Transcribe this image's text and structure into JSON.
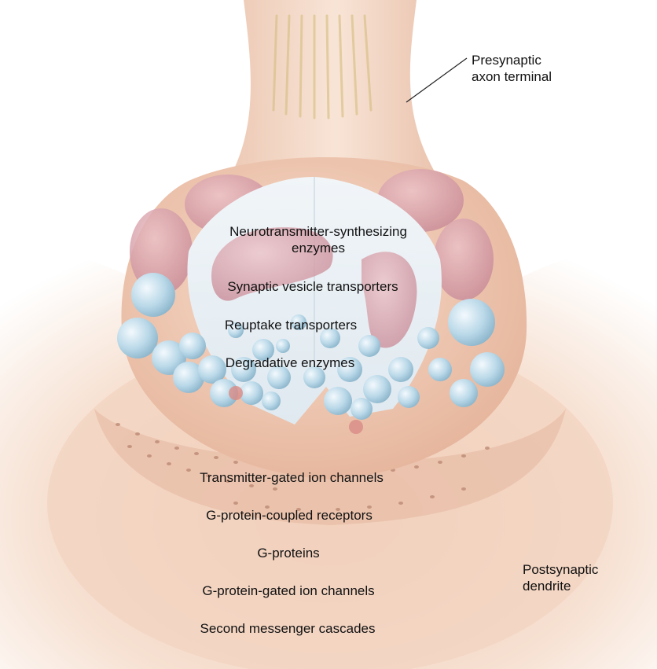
{
  "labels": {
    "presynaptic": [
      "Presynaptic",
      "axon terminal"
    ],
    "enzymes": [
      "Neurotransmitter-synthesizing",
      "enzymes"
    ],
    "vesicle_transporters": "Synaptic vesicle transporters",
    "reuptake": "Reuptake transporters",
    "degradative": "Degradative enzymes",
    "ion_channels": "Transmitter-gated ion channels",
    "gpcr": "G-protein-coupled receptors",
    "gproteins": "G-proteins",
    "gated_channels": "G-protein-gated ion channels",
    "second_messenger": "Second messenger cascades",
    "postsynaptic": [
      "Postsynaptic",
      "dendrite"
    ]
  },
  "colors": {
    "skin": "#f3d6c0",
    "skin_shade": "#e2ae93",
    "mitochondria": "#c98c98",
    "vesicle": "#a9cfe2",
    "cutaway": "#e7eef4"
  }
}
